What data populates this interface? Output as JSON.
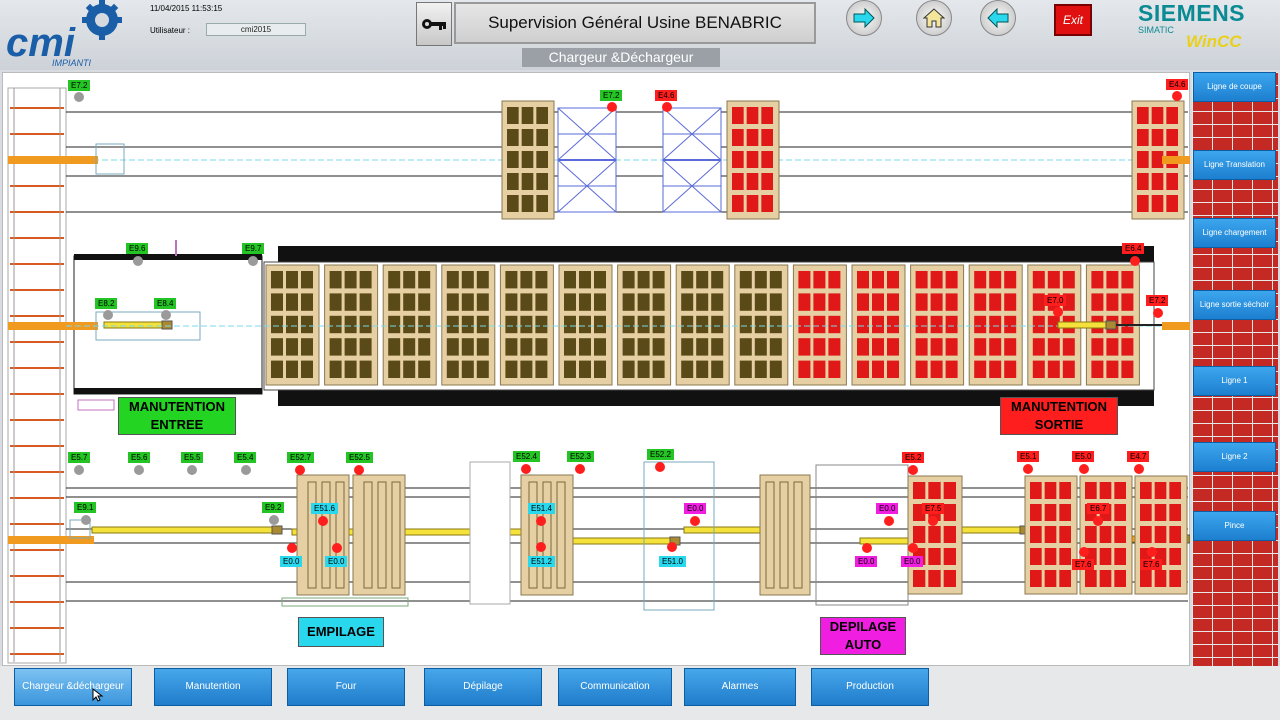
{
  "header": {
    "datetime": "11/04/2015 11:53:15",
    "user_label": "Utilisateur :",
    "user_value": "cmi2015",
    "title": "Supervision Général Usine BENABRIC",
    "subtitle": "Chargeur &Déchargeur",
    "exit_label": "Exit",
    "brand": "SIEMENS",
    "brand_sub": "SIMATIC",
    "brand_product": "WinCC",
    "logo_text": "cmi",
    "logo_sub": "IMPIANTI"
  },
  "side_menu": [
    "Ligne de coupe",
    "Ligne Translation",
    "Ligne chargement",
    "Ligne sortie séchoir",
    "Ligne 1",
    "Ligne 2",
    "Pince"
  ],
  "bottom_nav": [
    "Chargeur &déchargeur",
    "Manutention",
    "Four",
    "Dépilage",
    "Communication",
    "Alarmes",
    "Production"
  ],
  "zones": {
    "entree": [
      "MANUTENTION",
      "ENTREE"
    ],
    "sortie": [
      "MANUTENTION",
      "SORTIE"
    ],
    "empilage": "EMPILAGE",
    "depilage": [
      "DEPILAGE",
      "AUTO"
    ]
  },
  "tags": {
    "e7_2_left": "E7.2",
    "e7_2_top": "E7.2",
    "e4_6_top": "E4.6",
    "e4_6_right": "E4.6",
    "e9_6": "E9.6",
    "e9_7": "E9.7",
    "e6_4": "E6.4",
    "e8_2": "E8.2",
    "e8_4": "E8.4",
    "e7_0": "E7.0",
    "e7_2_mid": "E7.2",
    "e5_7": "E5.7",
    "e5_6": "E5.6",
    "e5_5": "E5.5",
    "e5_4": "E5.4",
    "e52_7": "E52.7",
    "e52_5": "E52.5",
    "e52_4": "E52.4",
    "e52_3": "E52.3",
    "e52_2": "E52.2",
    "e5_2": "E5.2",
    "e5_1": "E5.1",
    "e5_0": "E5.0",
    "e4_7": "E4.7",
    "e9_1": "E9.1",
    "e9_2": "E9.2",
    "e51_6": "E51.6",
    "e51_4": "E51.4",
    "e51_2": "E51.2",
    "e51_0": "E51.0",
    "e0_0_a": "E0.0",
    "e0_0_b": "E0.0",
    "e0_0_c": "E0.0",
    "e0_0_d": "E0.0",
    "e0_0_e": "E0.0",
    "e0_0_f": "E0.0",
    "e7_5": "E7.5",
    "e6_7": "E6.7",
    "e7_6_a": "E7.6",
    "e7_6_b": "E7.6"
  },
  "colors": {
    "accent_blue": "#1f7ccb",
    "alarm_red": "#ff1e1e",
    "ok_green": "#23c423",
    "cyan": "#2ad8ee",
    "magenta": "#f01ee0",
    "brick": "#c42a23",
    "wagon_tan": "#e6cfa2",
    "dry_block": "#5a4a18",
    "fired_block": "#e01818"
  }
}
